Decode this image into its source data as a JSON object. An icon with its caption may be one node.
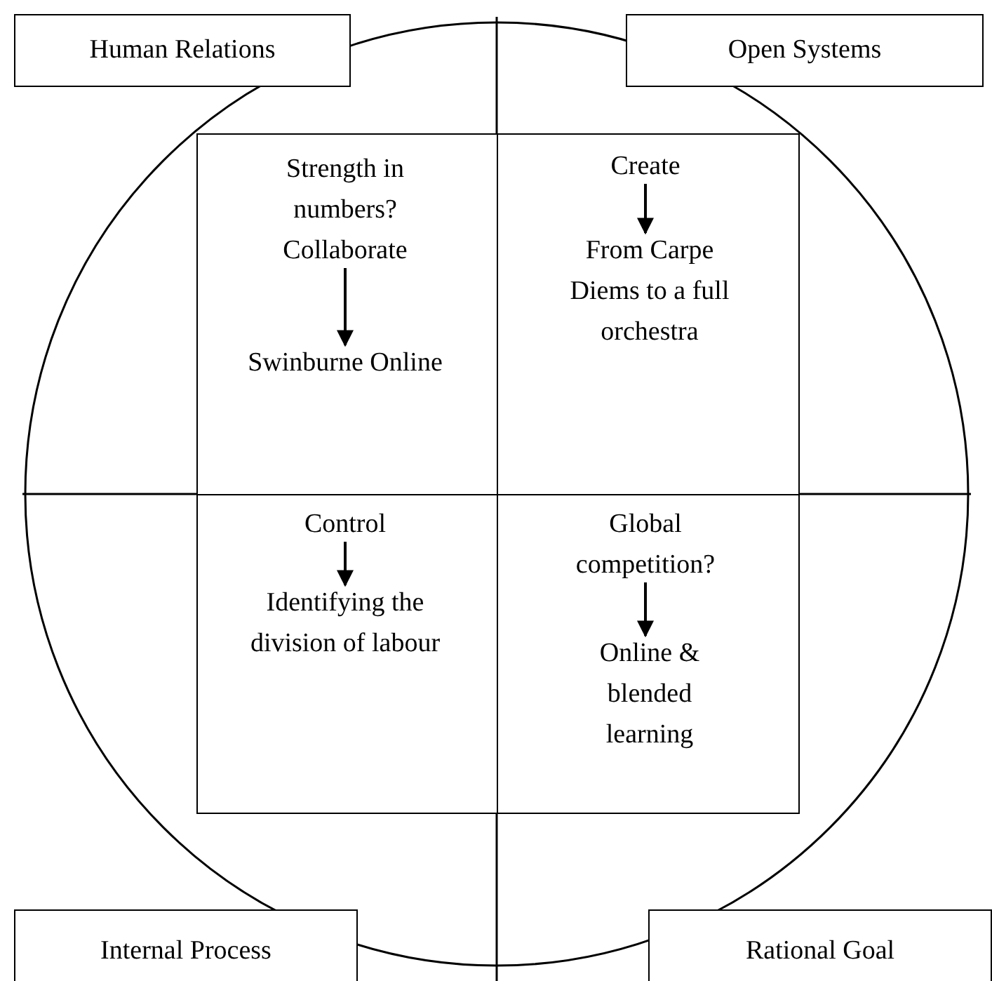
{
  "diagram": {
    "nodes": [
      {
        "text": [
          "Human Relations"
        ]
      },
      {
        "text": [
          "Open Systems"
        ]
      },
      {
        "text": [],
        "shape": "box"
      },
      {
        "text": [
          "Strength in numbers? Collaborate"
        ],
        "in": 2
      },
      {
        "text": [
          "Swinburne Online"
        ],
        "in": 2
      },
      {
        "text": [],
        "shape": "box"
      },
      {
        "text": [
          "Create"
        ],
        "in": 5
      },
      {
        "text": [
          "From Carpe Diems to a full orchestra"
        ],
        "in": 5
      },
      {
        "text": [],
        "shape": "box"
      },
      {
        "text": [
          "Control"
        ],
        "in": 8
      },
      {
        "text": [
          "Identifying the division of labour"
        ],
        "in": 8
      },
      {
        "text": [],
        "shape": "box"
      },
      {
        "text": [
          "Global competition?"
        ],
        "in": 11
      },
      {
        "text": [
          "Online & blended learning"
        ],
        "in": 11
      },
      {
        "text": [
          "Internal Process"
        ]
      },
      {
        "text": [
          "Rational Goal"
        ]
      }
    ],
    "edges": [
      {
        "from": 3,
        "to": 4,
        "arrow": "to"
      },
      {
        "from": 6,
        "to": 7,
        "arrow": "to"
      },
      {
        "from": 9,
        "to": 10,
        "arrow": "to"
      },
      {
        "from": 12,
        "to": 13,
        "arrow": "to"
      }
    ]
  }
}
